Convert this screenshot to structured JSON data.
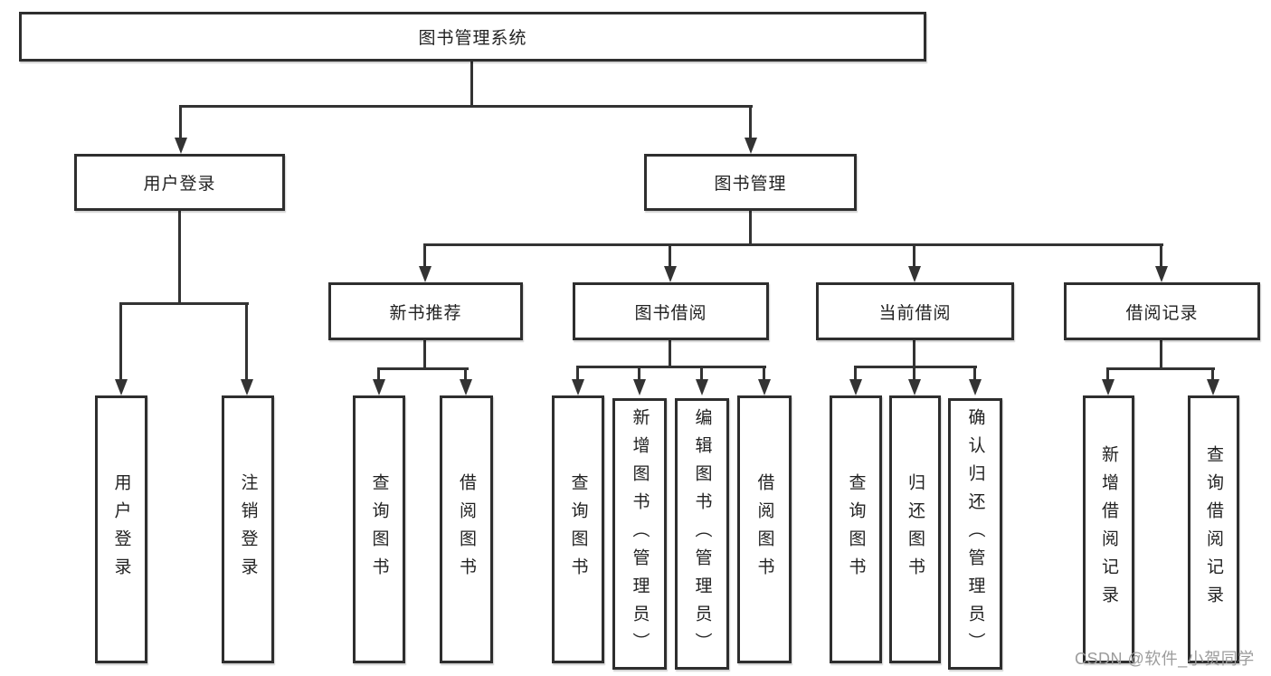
{
  "diagram": {
    "root": {
      "label": "图书管理系统"
    },
    "branches": [
      {
        "label": "用户登录",
        "children": [
          {
            "label": "用户登录"
          },
          {
            "label": "注销登录"
          }
        ]
      },
      {
        "label": "图书管理",
        "sections": [
          {
            "label": "新书推荐",
            "children": [
              {
                "label": "查询图书"
              },
              {
                "label": "借阅图书"
              }
            ]
          },
          {
            "label": "图书借阅",
            "children": [
              {
                "label": "查询图书"
              },
              {
                "label": "新增图书（管理员）"
              },
              {
                "label": "编辑图书（管理员）"
              },
              {
                "label": "借阅图书"
              }
            ]
          },
          {
            "label": "当前借阅",
            "children": [
              {
                "label": "查询图书"
              },
              {
                "label": "归还图书"
              },
              {
                "label": "确认归还（管理员）"
              }
            ]
          },
          {
            "label": "借阅记录",
            "children": [
              {
                "label": "新增借阅记录"
              },
              {
                "label": "查询借阅记录"
              }
            ]
          }
        ]
      }
    ]
  },
  "watermark": {
    "text": "CSDN @软件_小贺同学"
  },
  "colors": {
    "line": "#333333",
    "box_border": "#2e2e2e",
    "text": "#222222",
    "watermark": "#9c9c9c",
    "background": "#ffffff"
  }
}
